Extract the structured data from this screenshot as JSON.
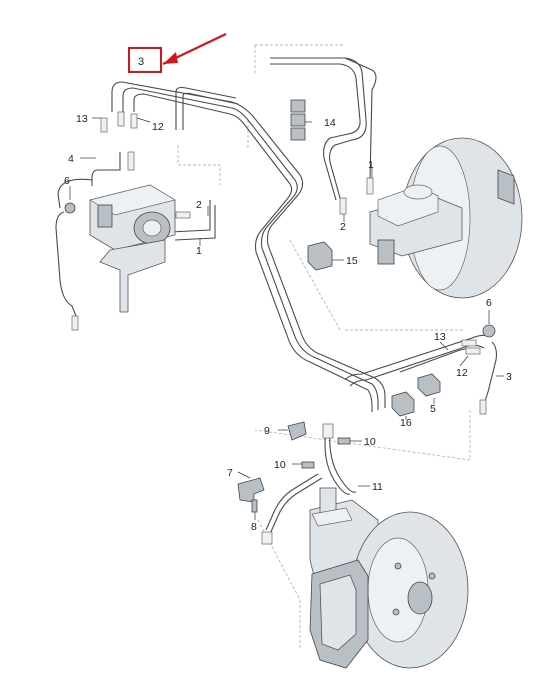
{
  "callouts": {
    "c1a": "1",
    "c1b": "1",
    "c2a": "2",
    "c2b": "2",
    "c3a": "3",
    "c3b": "3",
    "c4": "4",
    "c5": "5",
    "c6a": "6",
    "c6b": "6",
    "c7": "7",
    "c8": "8",
    "c9": "9",
    "c10a": "10",
    "c10b": "10",
    "c11": "11",
    "c12a": "12",
    "c12b": "12",
    "c13a": "13",
    "c13b": "13",
    "c14": "14",
    "c15": "15",
    "c16": "16"
  },
  "highlight": {
    "label": "3",
    "color": "#d2161c"
  }
}
